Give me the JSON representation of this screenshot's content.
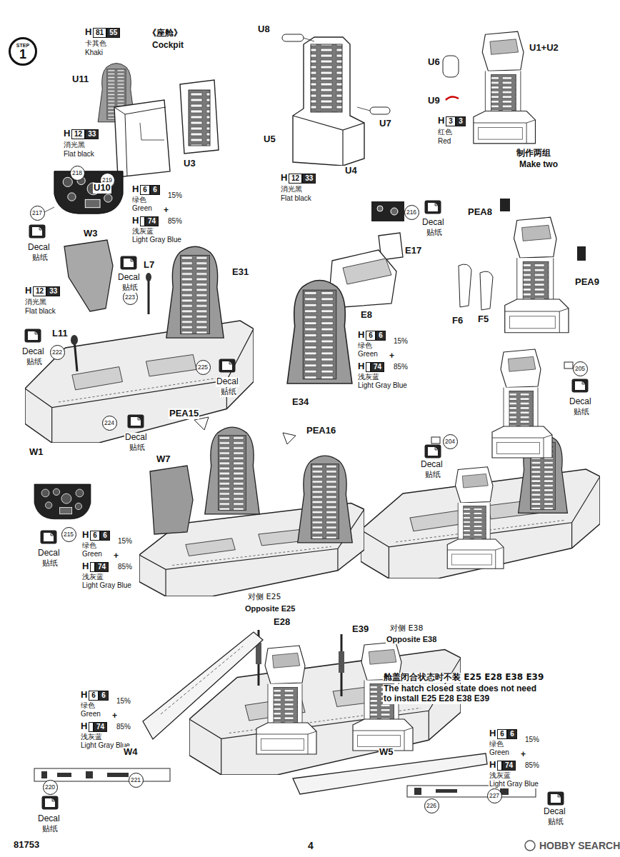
{
  "diagram": {
    "nodes": [
      {
        "text": [
          "STEP",
          "1"
        ]
      },
      {
        "text": [
          "81"
        ]
      },
      {
        "text": [
          "55"
        ]
      },
      {
        "text": [
          "12"
        ]
      },
      {
        "text": [
          "33"
        ]
      },
      {
        "text": [
          "12"
        ]
      },
      {
        "text": [
          "33"
        ]
      },
      {
        "text": [
          "3"
        ]
      },
      {
        "text": [
          "3"
        ]
      },
      {
        "text": [
          "218"
        ]
      },
      {
        "text": [
          "219"
        ]
      },
      {
        "text": [
          "217"
        ]
      },
      {
        "text": [
          "6"
        ]
      },
      {
        "text": [
          "6"
        ]
      },
      {
        "text": [
          "74"
        ]
      },
      {
        "text": [
          "223"
        ]
      },
      {
        "text": [
          "12"
        ]
      },
      {
        "text": [
          "33"
        ]
      },
      {
        "text": [
          "222"
        ]
      },
      {
        "text": [
          "225"
        ]
      },
      {
        "text": [
          "224"
        ]
      },
      {
        "text": [
          "216"
        ]
      },
      {
        "text": [
          "6"
        ]
      },
      {
        "text": [
          "6"
        ]
      },
      {
        "text": [
          "74"
        ]
      },
      {
        "text": [
          "205"
        ]
      },
      {
        "text": [
          "204"
        ]
      },
      {
        "text": [
          "215"
        ]
      },
      {
        "text": [
          "6"
        ]
      },
      {
        "text": [
          "6"
        ]
      },
      {
        "text": [
          "74"
        ]
      },
      {
        "text": [
          "6"
        ]
      },
      {
        "text": [
          "6"
        ]
      },
      {
        "text": [
          "74"
        ]
      },
      {
        "text": [
          "220"
        ]
      },
      {
        "text": [
          "221"
        ]
      },
      {
        "text": [
          "6"
        ]
      },
      {
        "text": [
          "6"
        ]
      },
      {
        "text": [
          "74"
        ]
      },
      {
        "text": [
          "226"
        ]
      },
      {
        "text": [
          "227"
        ]
      }
    ],
    "labels": [
      "H",
      "卡其色",
      "Khaki",
      "《座舱》",
      "Cockpit",
      "U11",
      "U3",
      "H",
      "消光黑",
      "Flat black",
      "U10",
      "U8",
      "U7",
      "U5",
      "U4",
      "H",
      "消光黑",
      "Flat black",
      "U6",
      "U1+U2",
      "U9",
      "H",
      "红色",
      "Red",
      "制作两组",
      "Make two",
      "Decal",
      "贴纸",
      "W3",
      "H",
      "绿色",
      "15%",
      "Green",
      "+",
      "H",
      "85%",
      "浅灰蓝",
      "Light Gray Blue",
      "E31",
      "Decal",
      "贴纸",
      "L7",
      "H",
      "消光黑",
      "Flat black",
      "Decal",
      "贴纸",
      "L11",
      "Decal",
      "贴纸",
      "Decal",
      "贴纸",
      "W1",
      "Decal",
      "贴纸",
      "E17",
      "E8",
      "H",
      "绿色",
      "15%",
      "Green",
      "+",
      "H",
      "85%",
      "浅灰蓝",
      "Light Gray Blue",
      "E34",
      "PEA8",
      "PEA9",
      "F6",
      "F5",
      "Decal",
      "贴纸",
      "PEA15",
      "PEA16",
      "Decal",
      "贴纸",
      "W7",
      "Decal",
      "贴纸",
      "H",
      "绿色",
      "15%",
      "Green",
      "+",
      "H",
      "85%",
      "浅灰蓝",
      "Light Gray Blue",
      "对侧 E25",
      "Opposite E25",
      "E28",
      "E39",
      "对侧 E38",
      "Opposite E38",
      "舱盖闭合状态时不装 E25 E28 E38 E39",
      "The hatch closed state does not need to install E25 E28 E38 E39",
      "H",
      "绿色",
      "15%",
      "Green",
      "+",
      "H",
      "85%",
      "浅灰蓝",
      "Light Gray Blue",
      "W4",
      "Decal",
      "贴纸",
      "W5",
      "H",
      "绿色",
      "15%",
      "Green",
      "+",
      "H",
      "85%",
      "浅灰蓝",
      "Light Gray Blue",
      "Decal",
      "贴纸",
      "81753",
      "4",
      "HOBBY SEARCH"
    ]
  }
}
